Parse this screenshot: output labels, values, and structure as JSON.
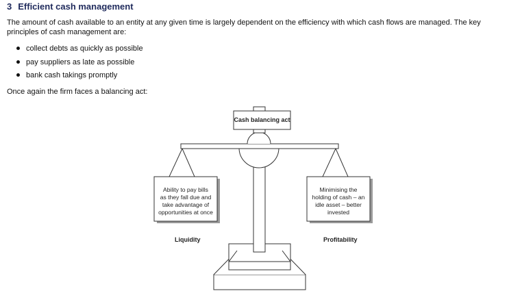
{
  "section": {
    "number": "3",
    "title": "Efficient cash management"
  },
  "intro": "The amount of cash available to an entity at any given time is largely dependent on the efficiency with which cash flows are managed. The key principles of cash management are:",
  "principles": [
    "collect debts as quickly as possible",
    "pay suppliers as late as possible",
    "bank cash takings promptly"
  ],
  "lead_in": "Once again the firm faces a balancing act:",
  "diagram": {
    "title": "Cash balancing act",
    "left_box": [
      "Ability to pay bills",
      "as they fall due and",
      "take advantage of",
      "opportunities at once"
    ],
    "right_box": [
      "Minimising the",
      "holding of cash – an",
      "idle asset – better",
      "invested"
    ],
    "left_caption": "Liquidity",
    "right_caption": "Profitability"
  }
}
